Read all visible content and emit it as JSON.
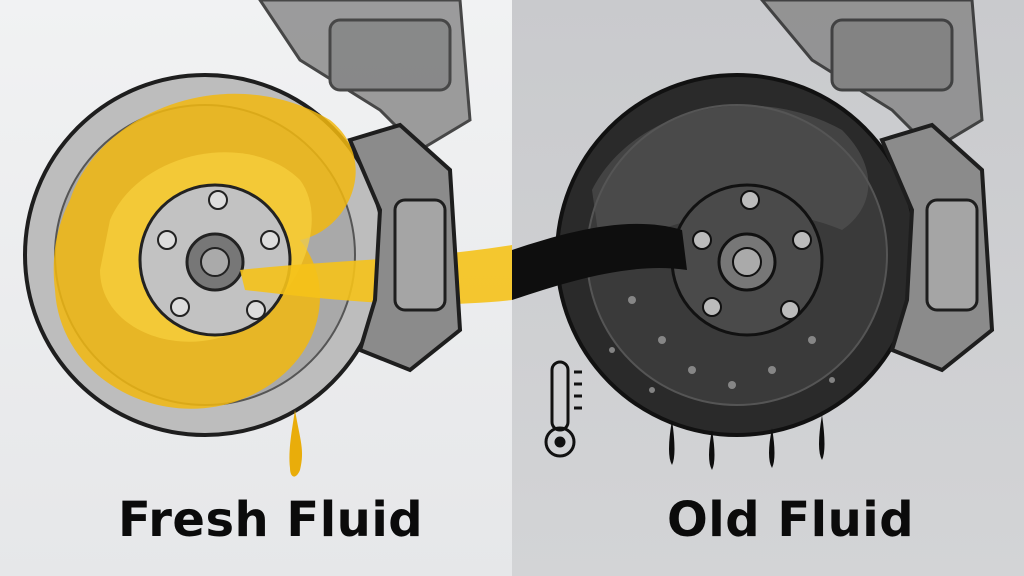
{
  "panels": [
    {
      "id": "fresh",
      "label": "Fresh Fluid",
      "fluid_color": "#f2b80f"
    },
    {
      "id": "old",
      "label": "Old Fluid",
      "fluid_color": "#111111"
    }
  ],
  "icons": {
    "thermometer": "thermometer-icon"
  },
  "colors": {
    "left_bg": "#eeeff0",
    "right_bg": "#cfd0d2",
    "rotor": "#b9b9b9",
    "caliper": "#8a8a8a",
    "label_text": "#0b0b0b"
  }
}
